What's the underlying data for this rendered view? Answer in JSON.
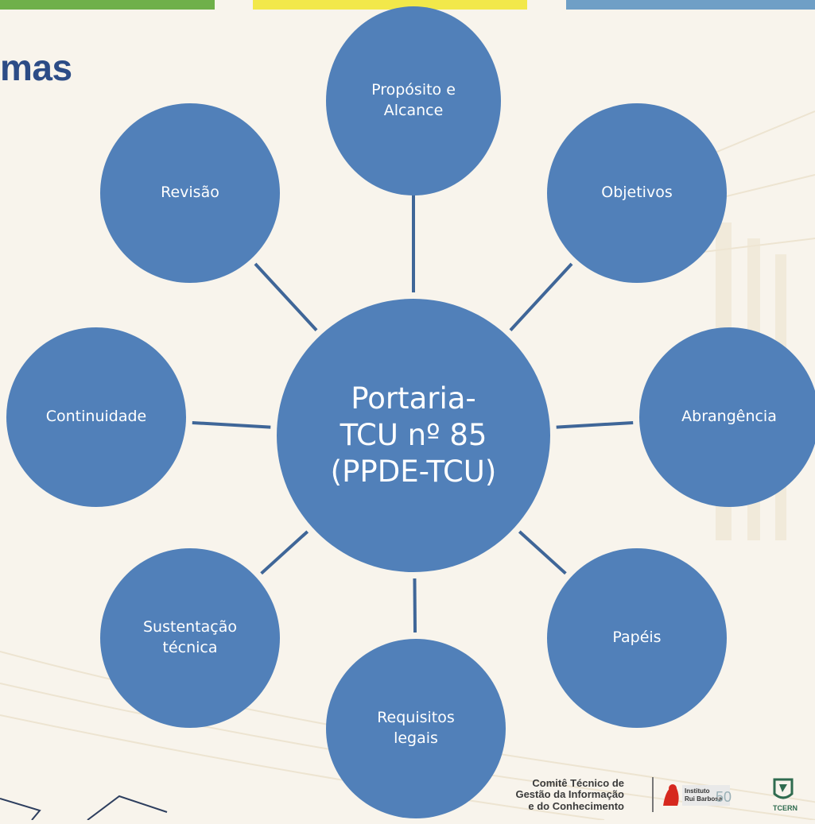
{
  "slide": {
    "title": "mas",
    "colors": {
      "node": "#5180b9",
      "connector": "#3f6698",
      "title": "#2c4c86",
      "bar_green": "#6fb04a",
      "bar_yellow": "#f2e84a",
      "bar_blue": "#6f9fc6"
    }
  },
  "diagram": {
    "center": "Portaria-\nTCU nº 85\n(PPDE-TCU)",
    "nodes": [
      "Propósito e\nAlcance",
      "Objetivos",
      "Abrangência",
      "Papéis",
      "Requisitos\nlegais",
      "Sustentação\ntécnica",
      "Continuidade",
      "Revisão"
    ]
  },
  "footer": {
    "committee": "Comitê Técnico de\nGestão da Informação\ne do Conhecimento",
    "irb_name": "Instituto\nRui Barbosa",
    "irb_anniversary": "50",
    "tce_name": "TCERN",
    "logos": [
      "irb-logo",
      "tce-rn-logo"
    ]
  }
}
